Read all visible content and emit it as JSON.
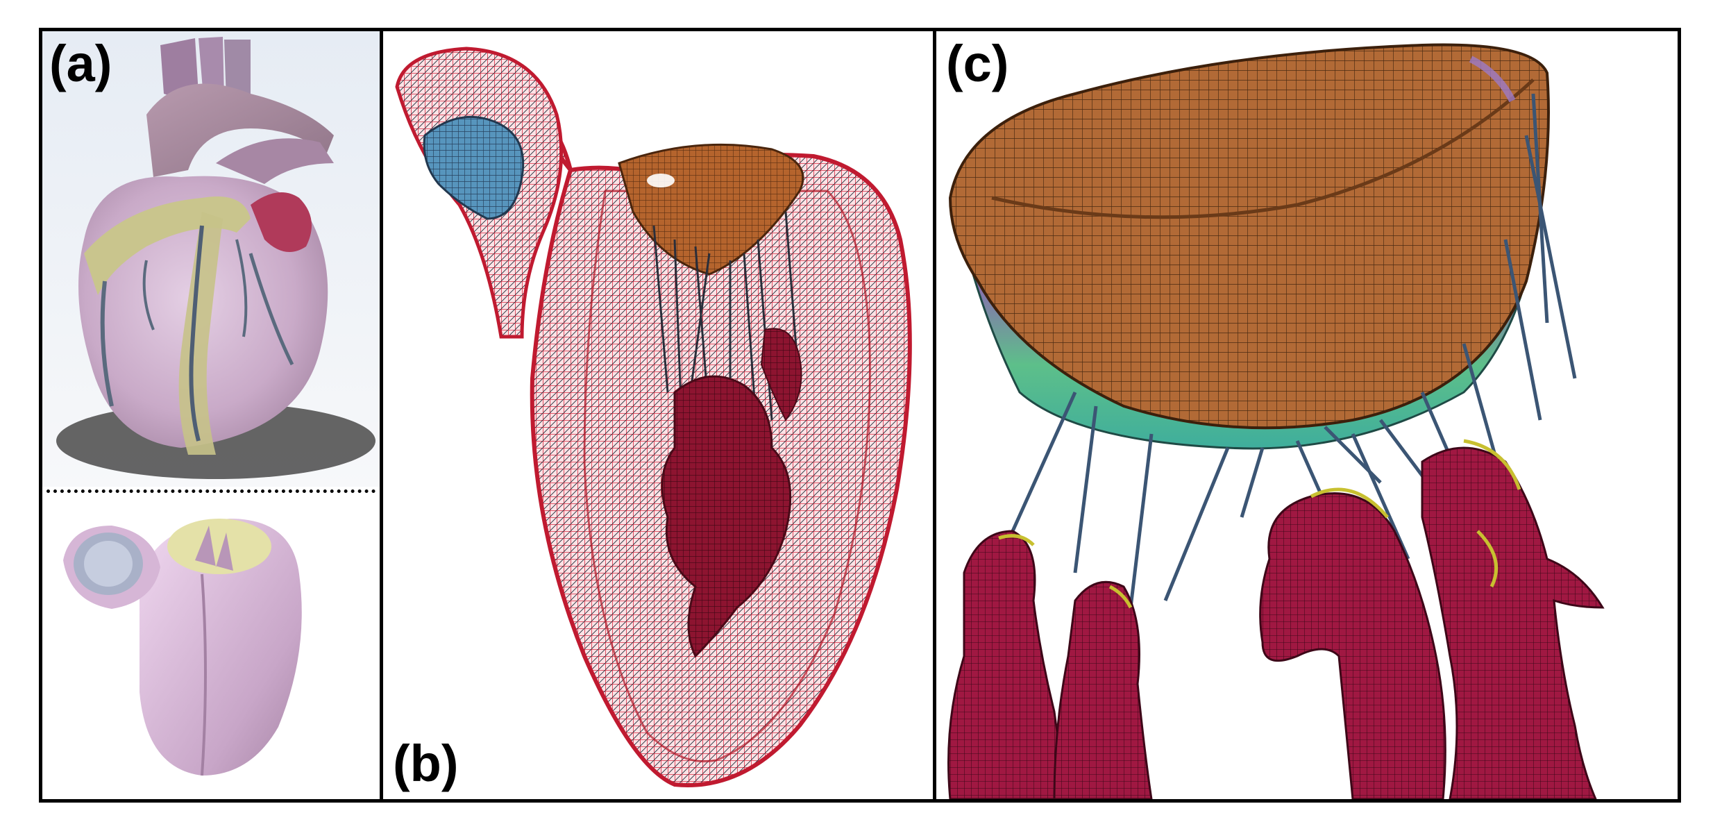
{
  "panels": [
    {
      "id": "a",
      "label": "(a)"
    },
    {
      "id": "b",
      "label": "(b)"
    },
    {
      "id": "c",
      "label": "(c)"
    }
  ],
  "colors": {
    "heart_purple": "#cdb1cd",
    "vessel_gray": "#a98fa2",
    "fat_yellow": "#c8c48e",
    "wire_red": "#d8283e",
    "valve_brown": "#a85a28",
    "muscle_crimson": "#8d1430",
    "chord_blue": "#3b5574",
    "valve_blue": "#4e8fb5"
  }
}
